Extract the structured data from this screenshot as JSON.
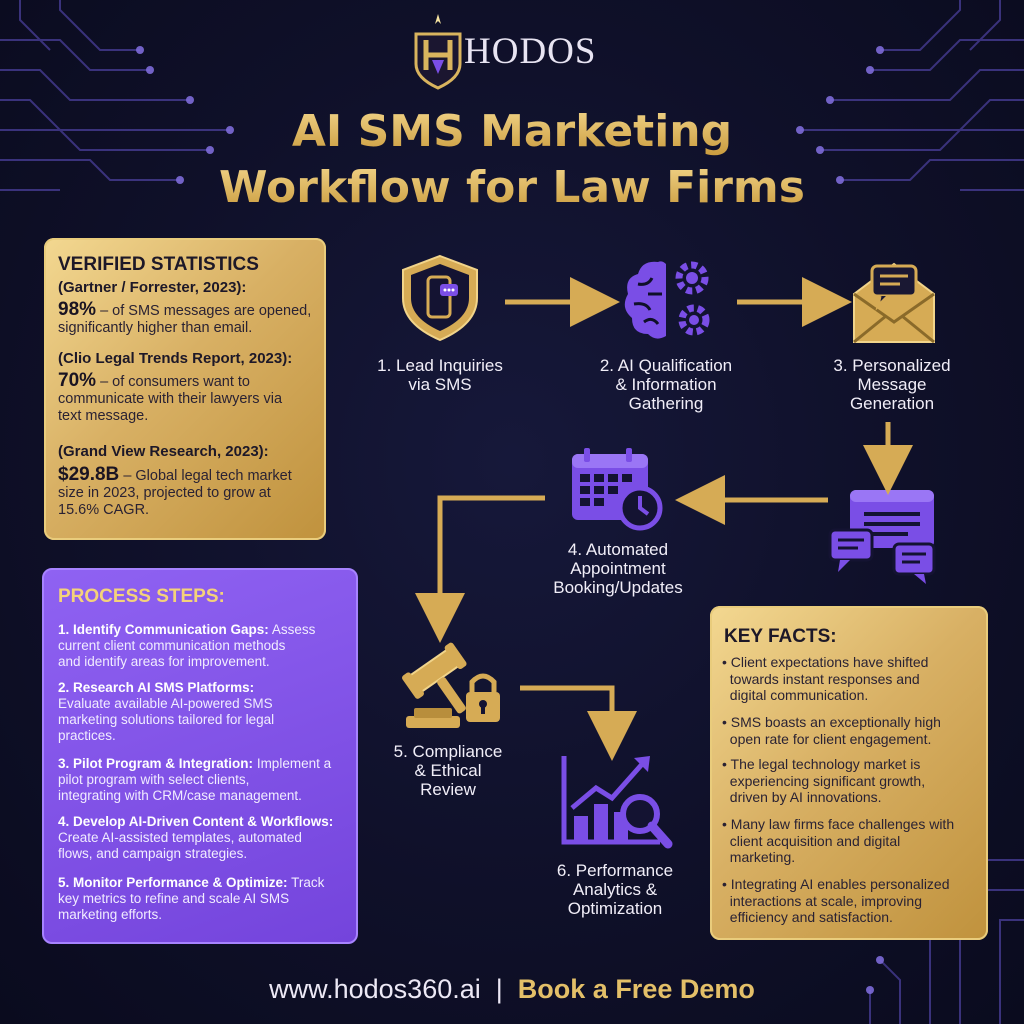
{
  "brand": {
    "name": "HODOS",
    "logo_icon": "h-shield-icon"
  },
  "title": {
    "line1": "AI SMS Marketing",
    "line2": "Workflow for Law Firms"
  },
  "stats": {
    "heading": "VERIFIED STATISTICS",
    "items": [
      {
        "source": "(Gartner / Forrester, 2023):",
        "value": "98%",
        "text_lines": [
          "– of SMS messages are opened,",
          "significantly higher than email."
        ]
      },
      {
        "source": "(Clio Legal Trends Report, 2023):",
        "value": "70%",
        "text_lines": [
          "– of consumers want to",
          "communicate with their lawyers via",
          "text message."
        ]
      },
      {
        "source": "(Grand View Research, 2023):",
        "value": "$29.8B",
        "text_lines": [
          "– Global legal tech market",
          "size in 2023, projected to grow at",
          "15.6% CAGR."
        ]
      }
    ]
  },
  "workflow": [
    {
      "number": "1.",
      "lines": [
        "1. Lead Inquiries",
        "via SMS"
      ],
      "icon": "phone-shield-icon"
    },
    {
      "number": "2.",
      "lines": [
        "2. AI Qualification",
        "& Information",
        "Gathering"
      ],
      "icon": "brain-gears-icon"
    },
    {
      "number": "3.",
      "lines": [
        "3. Personalized",
        "Message",
        "Generation"
      ],
      "icon": "envelope-chat-icon"
    },
    {
      "number": "4.",
      "lines": [
        "4. Automated",
        "Appointment",
        "Booking/Updates"
      ],
      "icon": "calendar-clock-icon"
    },
    {
      "number": "5.",
      "lines": [
        "5. Compliance",
        "& Ethical",
        "Review"
      ],
      "icon": "gavel-lock-icon"
    },
    {
      "number": "6.",
      "lines": [
        "6. Performance",
        "Analytics &",
        "Optimization"
      ],
      "icon": "analytics-chart-icon"
    }
  ],
  "process": {
    "heading": "PROCESS STEPS:",
    "items": [
      {
        "num": "1.",
        "title": "Identify Communication Gaps:",
        "lines": [
          "Assess",
          "current client communication methods",
          "and identify areas for improvement."
        ]
      },
      {
        "num": "2.",
        "title": "Research AI SMS Platforms:",
        "lines": [
          "",
          "Evaluate available AI-powered SMS",
          "marketing solutions tailored for legal",
          "practices."
        ]
      },
      {
        "num": "3.",
        "title": "Pilot Program & Integration:",
        "lines": [
          "Implement a",
          "pilot program with select clients,",
          "integrating with CRM/case management."
        ]
      },
      {
        "num": "4.",
        "title": "Develop AI-Driven Content & Workflows:",
        "lines": [
          "",
          "Create AI-assisted templates, automated",
          "flows, and campaign strategies."
        ]
      },
      {
        "num": "5.",
        "title": "Monitor Performance & Optimize:",
        "lines": [
          "Track",
          "key metrics to refine and scale AI SMS",
          "marketing efforts."
        ]
      }
    ]
  },
  "key_facts": {
    "heading": "KEY FACTS:",
    "items": [
      [
        "Client expectations have shifted",
        "towards instant responses and",
        "digital communication."
      ],
      [
        "SMS boasts an exceptionally high",
        "open rate for client engagement."
      ],
      [
        "The legal technology market is",
        "experiencing significant growth,",
        "driven by AI innovations."
      ],
      [
        "Many law firms face challenges with",
        "client acquisition and digital",
        "marketing."
      ],
      [
        "Integrating AI enables personalized",
        "interactions at scale, improving",
        "efficiency and satisfaction."
      ]
    ]
  },
  "footer": {
    "url": "www.hodos360.ai",
    "separator": "|",
    "cta": "Book a Free Demo"
  },
  "colors": {
    "gold": "#d9b45e",
    "purple": "#7a4ee6",
    "navy": "#0f1029"
  }
}
